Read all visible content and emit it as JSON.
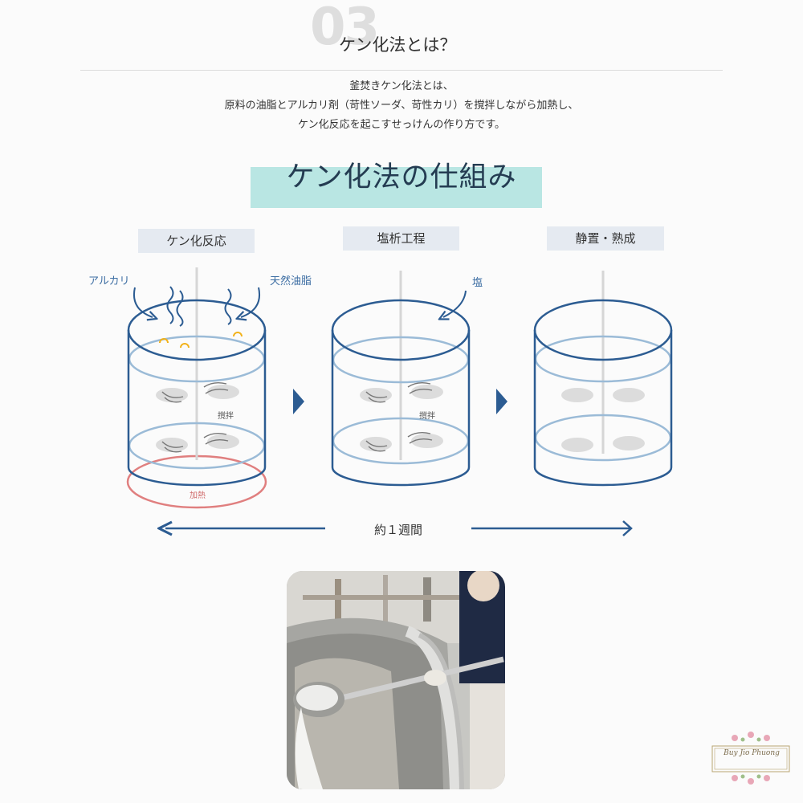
{
  "section": {
    "number": "03",
    "title": "ケン化法とは？"
  },
  "intro": {
    "lines": [
      "釜焚きケン化法とは、",
      "原料の油脂とアルカリ剤（苛性ソーダ、苛性カリ）を撹拌しながら加熱し、",
      "ケン化反応を起こすせっけんの作り方です。"
    ]
  },
  "diagram": {
    "title": "ケン化法の仕組み",
    "stages": [
      {
        "label": "ケン化反応"
      },
      {
        "label": "塩析工程"
      },
      {
        "label": "静置・熟成"
      }
    ],
    "annotations": {
      "alkali": "アルカリ",
      "natural_oil": "天然油脂",
      "salt": "塩",
      "stir_1": "撹拌",
      "stir_2": "撹拌",
      "heat": "加熱"
    },
    "duration": "約１週間",
    "colors": {
      "container": "#2c5c92",
      "liquid_line": "#9bbbd7",
      "stir_rod": "#d6d6d6",
      "heat_ring": "#e07f7f",
      "arrow": "#2c5c92",
      "title_highlight": "#b9e6e3",
      "stage_box": "#e5eaf1",
      "bubble": "#f2b21b"
    }
  },
  "photo": {
    "description_icon": "soap-cauldron-photo"
  },
  "watermark": {
    "text": "Buy Jio Phuong"
  }
}
